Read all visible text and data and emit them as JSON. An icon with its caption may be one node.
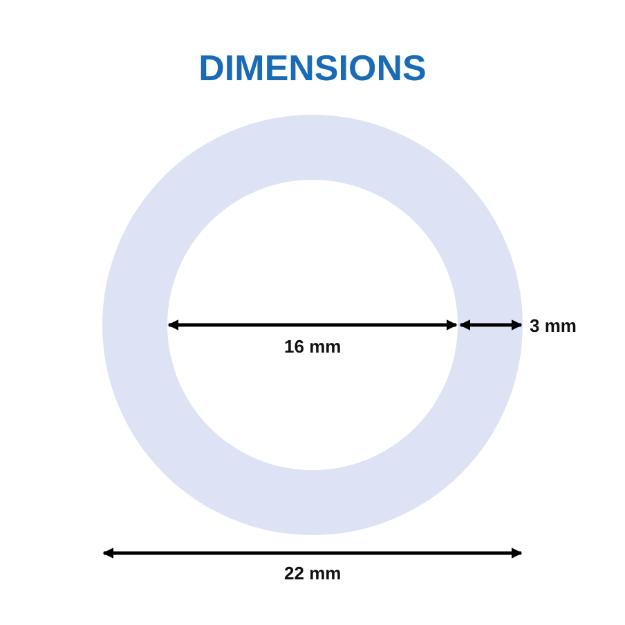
{
  "diagram": {
    "title": "DIMENSIONS",
    "labels": [
      "16 mm",
      "3 mm",
      "22 mm"
    ]
  }
}
